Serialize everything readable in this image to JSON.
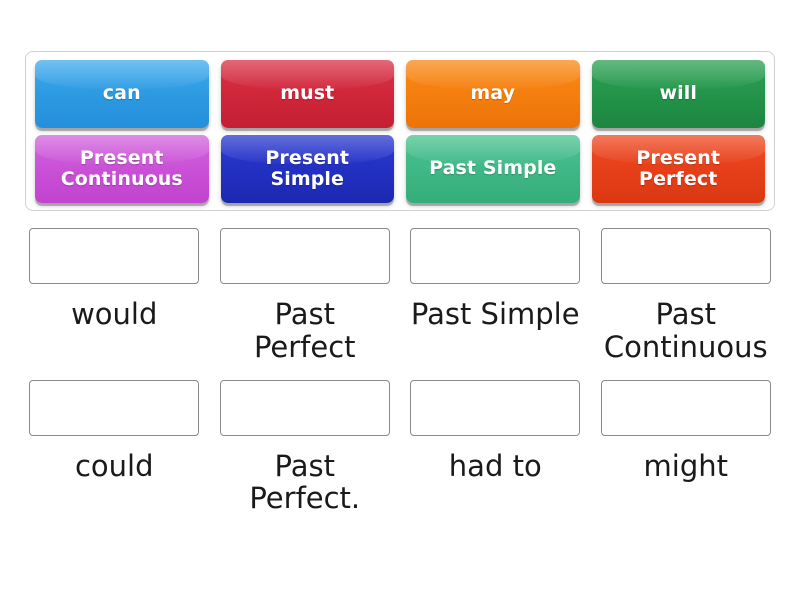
{
  "activity": {
    "type": "match-up-drag-and-drop",
    "tile_tray": {
      "rows": [
        [
          {
            "label": "can",
            "color": "#2b98e0",
            "color_name": "blue"
          },
          {
            "label": "must",
            "color": "#cf2539",
            "color_name": "crimson"
          },
          {
            "label": "may",
            "color": "#f47d0e",
            "color_name": "orange"
          },
          {
            "label": "will",
            "color": "#229348",
            "color_name": "green"
          }
        ],
        [
          {
            "label": "Present\nContinuous",
            "color": "#c94fd6",
            "color_name": "orchid"
          },
          {
            "label": "Present\nSimple",
            "color": "#2230c1",
            "color_name": "navy"
          },
          {
            "label": "Past Simple",
            "color": "#3eb785",
            "color_name": "mint"
          },
          {
            "label": "Present\nPerfect",
            "color": "#e53f19",
            "color_name": "red-orange"
          }
        ]
      ]
    },
    "answer_grid": {
      "rows": [
        [
          {
            "caption": "would",
            "dropped": ""
          },
          {
            "caption": "Past\nPerfect",
            "dropped": ""
          },
          {
            "caption": "Past Simple",
            "dropped": ""
          },
          {
            "caption": "Past\nContinuous",
            "dropped": ""
          }
        ],
        [
          {
            "caption": "could",
            "dropped": ""
          },
          {
            "caption": "Past\nPerfect.",
            "dropped": ""
          },
          {
            "caption": "had to",
            "dropped": ""
          },
          {
            "caption": "might",
            "dropped": ""
          }
        ]
      ]
    }
  }
}
